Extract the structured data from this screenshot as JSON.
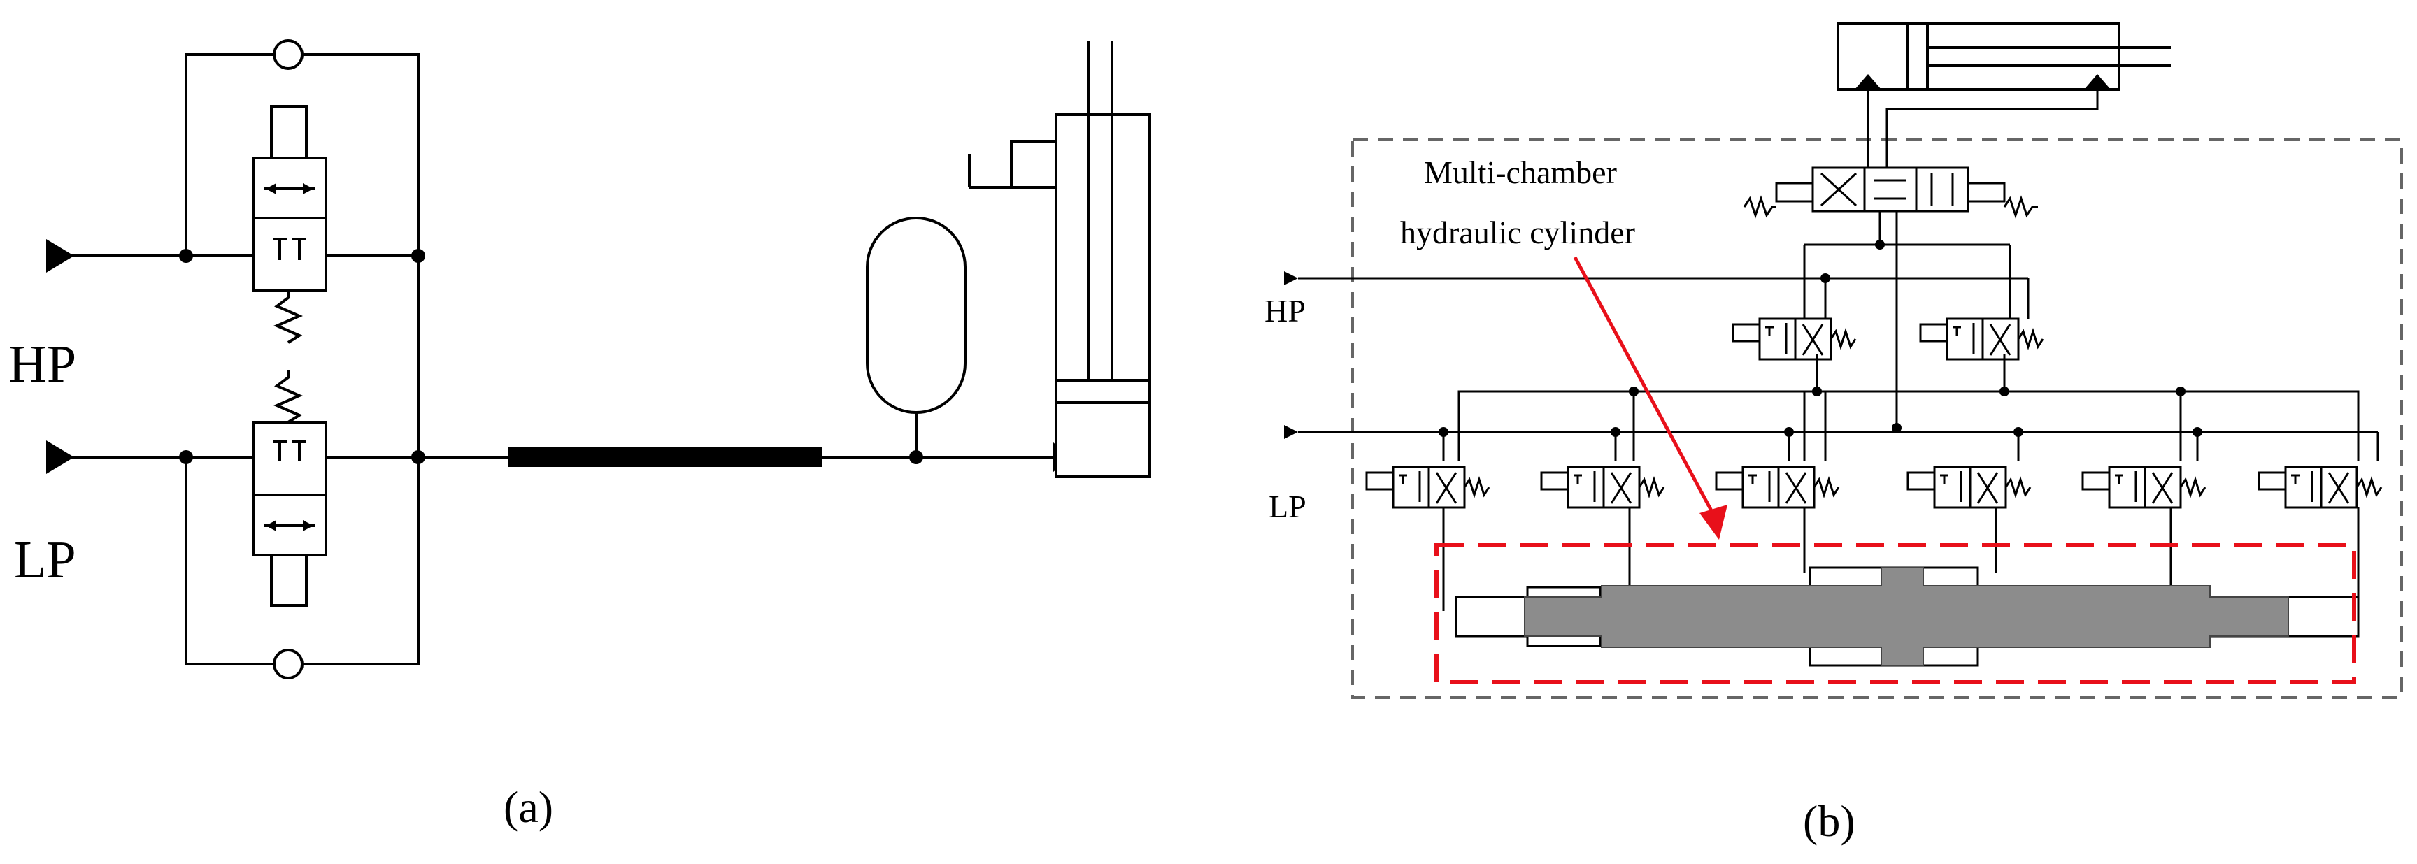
{
  "panel_a": {
    "hp_label": "HP",
    "lp_label": "LP",
    "caption": "(a)"
  },
  "panel_b": {
    "hp_label": "HP",
    "lp_label": "LP",
    "annotation_line1": "Multi-chamber",
    "annotation_line2": "hydraulic cylinder",
    "caption": "(b)"
  },
  "colors": {
    "annotation": "#e8101a",
    "boundary": "#666666",
    "piston_fill": "#8c8c8c"
  }
}
